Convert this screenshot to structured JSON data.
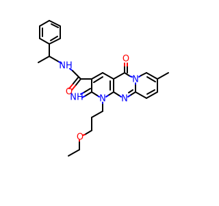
{
  "structure": {
    "colors": {
      "carbon": "#000000",
      "nitrogen": "#0000ff",
      "oxygen": "#ff0000"
    },
    "labels": {
      "amide_nh": "NH",
      "amide_o": "O",
      "ring_ketone_o": "O",
      "imine": "NH",
      "bridge_n": "N",
      "ring_n": "N",
      "ring_n_bottom": "N",
      "ether_o": "O"
    }
  }
}
